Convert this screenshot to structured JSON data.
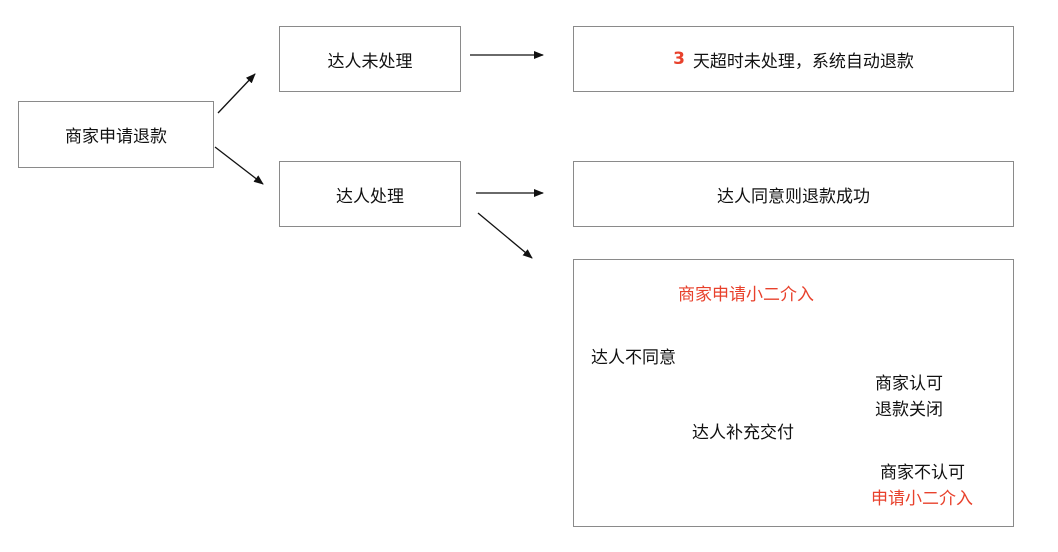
{
  "nodes": {
    "merchant_apply": "商家申请退款",
    "talent_unprocessed": "达人未处理",
    "auto_refund_days": "3",
    "auto_refund_text": "天超时未处理，系统自动退款",
    "talent_processed": "达人处理",
    "talent_agree": "达人同意则退款成功",
    "merchant_escalate": "商家申请小二介入",
    "talent_disagree": "达人不同意",
    "talent_supplement": "达人补充交付",
    "merchant_accept_line1": "商家认可",
    "merchant_accept_line2": "退款关闭",
    "merchant_reject_line1": "商家不认可",
    "merchant_reject_line2": "申请小二介入"
  },
  "colors": {
    "highlight": "#e8412c",
    "border": "#8a8a8a",
    "arrow": "#111111"
  }
}
